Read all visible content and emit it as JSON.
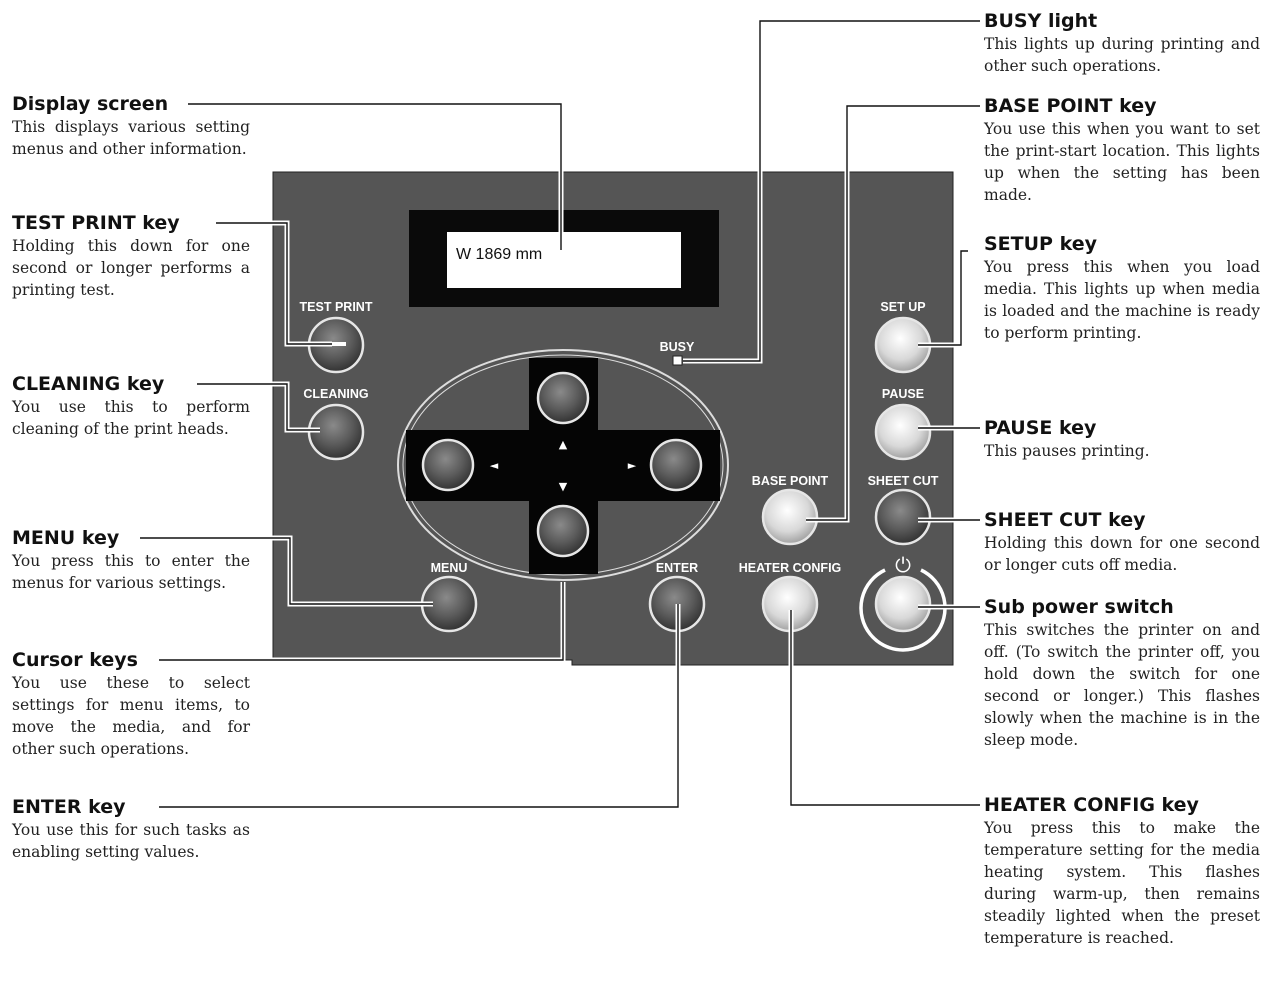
{
  "display": {
    "text": "W  1869 mm"
  },
  "panel_labels": {
    "test_print": "TEST PRINT",
    "cleaning": "CLEANING",
    "menu": "MENU",
    "enter": "ENTER",
    "heater_config": "HEATER CONFIG",
    "base_point": "BASE POINT",
    "set_up": "SET UP",
    "pause": "PAUSE",
    "sheet_cut": "SHEET CUT",
    "busy": "BUSY"
  },
  "cursor_arrows": {
    "up": "▲",
    "down": "▼",
    "left": "◄",
    "right": "►"
  },
  "power_symbol": "⏻",
  "callouts": {
    "display_screen": {
      "title": "Display screen",
      "text": "This displays various setting menus and other information."
    },
    "test_print": {
      "title": "TEST PRINT key",
      "text": "Holding this down for one second or longer performs a printing test."
    },
    "cleaning": {
      "title": "CLEANING key",
      "text": "You use this to perform cleaning of the print heads."
    },
    "menu": {
      "title": "MENU key",
      "text": "You press this to enter the menus for various settings."
    },
    "cursor": {
      "title": "Cursor keys",
      "text": "You use these to select settings for menu items, to move the media, and for other such operations."
    },
    "enter": {
      "title": "ENTER key",
      "text": "You use this for such tasks as enabling setting values."
    },
    "busy": {
      "title": "BUSY light",
      "text": "This lights up during printing and other such operations."
    },
    "base_point": {
      "title": "BASE POINT key",
      "text": "You use this when you want to set the print-start location. This lights up when the setting has been made."
    },
    "setup": {
      "title": "SETUP key",
      "text": "You press this when you load media. This lights up when media is loaded and the machine is ready to perform printing."
    },
    "pause": {
      "title": "PAUSE key",
      "text": "This pauses printing."
    },
    "sheet_cut": {
      "title": "SHEET CUT key",
      "text": "Holding this down for one second or longer cuts off media."
    },
    "sub_power": {
      "title": "Sub power switch",
      "text": "This switches the printer on and off. (To switch the printer off, you hold down the switch for one second or longer.) This flashes slowly when the machine is in the sleep mode."
    },
    "heater_config": {
      "title": "HEATER CONFIG key",
      "text": "You press this to make the temperature setting for the media heating system. This flashes during warm-up, then remains steadily lighted when the preset temperature is reached."
    }
  }
}
